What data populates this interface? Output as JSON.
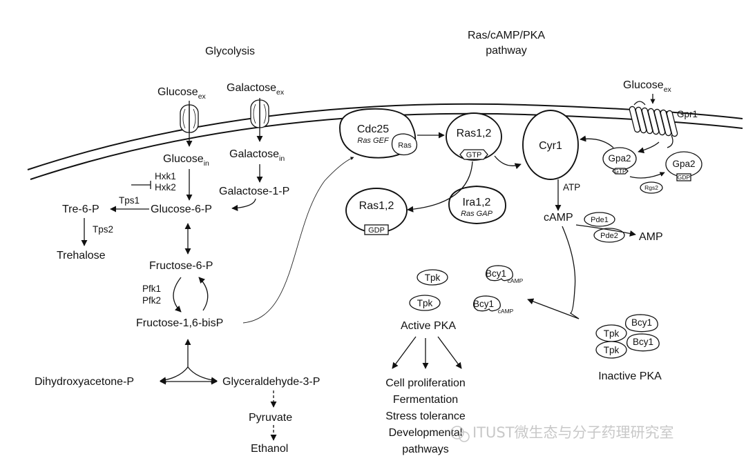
{
  "titles": {
    "glycolysis": "Glycolysis",
    "pka_line1": "Ras/cAMP/PKA",
    "pka_line2": "pathway"
  },
  "metabolites": {
    "glucose_ex_base": "Glucose",
    "galactose_ex_base": "Galactose",
    "glucose_ex_right_base": "Glucose",
    "ex_sub": "ex",
    "glucose_in_base": "Glucose",
    "galactose_in_base": "Galactose",
    "in_sub": "in",
    "galactose_1_p": "Galactose-1-P",
    "glucose_6_p": "Glucose-6-P",
    "tre_6_p": "Tre-6-P",
    "trehalose": "Trehalose",
    "fructose_6_p": "Fructose-6-P",
    "fructose_16_bisp": "Fructose-1,6-bisP",
    "dhap": "Dihydroxyacetone-P",
    "g3p": "Glyceraldehyde-3-P",
    "pyruvate": "Pyruvate",
    "ethanol": "Ethanol",
    "camp": "cAMP",
    "atp": "ATP",
    "amp": "AMP"
  },
  "enzymes": {
    "hxk1": "Hxk1",
    "hxk2": "Hxk2",
    "tps1": "Tps1",
    "tps2": "Tps2",
    "pfk1": "Pfk1",
    "pfk2": "Pfk2",
    "pde1": "Pde1",
    "pde2": "Pde2"
  },
  "proteins": {
    "cdc25": "Cdc25",
    "ras_gef": "Ras GEF",
    "ras": "Ras",
    "ras12_gtp": "Ras1,2",
    "gtp": "GTP",
    "ras12_gdp": "Ras1,2",
    "gdp": "GDP",
    "ira12": "Ira1,2",
    "ras_gap": "Ras GAP",
    "cyr1": "Cyr1",
    "gpr1": "Gpr1",
    "gpa2_gtp": "Gpa2",
    "gpa2_gtp_tag": "GTP",
    "gpa2_gdp": "Gpa2",
    "gpa2_gdp_tag": "GDP",
    "rgs2": "Rgs2",
    "tpk": "Tpk",
    "bcy1": "Bcy1",
    "camp_tag": "cAMP"
  },
  "pka": {
    "active": "Active PKA",
    "inactive": "Inactive PKA",
    "outputs": [
      "Cell proliferation",
      "Fermentation",
      "Stress tolerance",
      "Developmental",
      "pathways"
    ]
  },
  "watermark": "ITUST微生态与分子药理研究室"
}
